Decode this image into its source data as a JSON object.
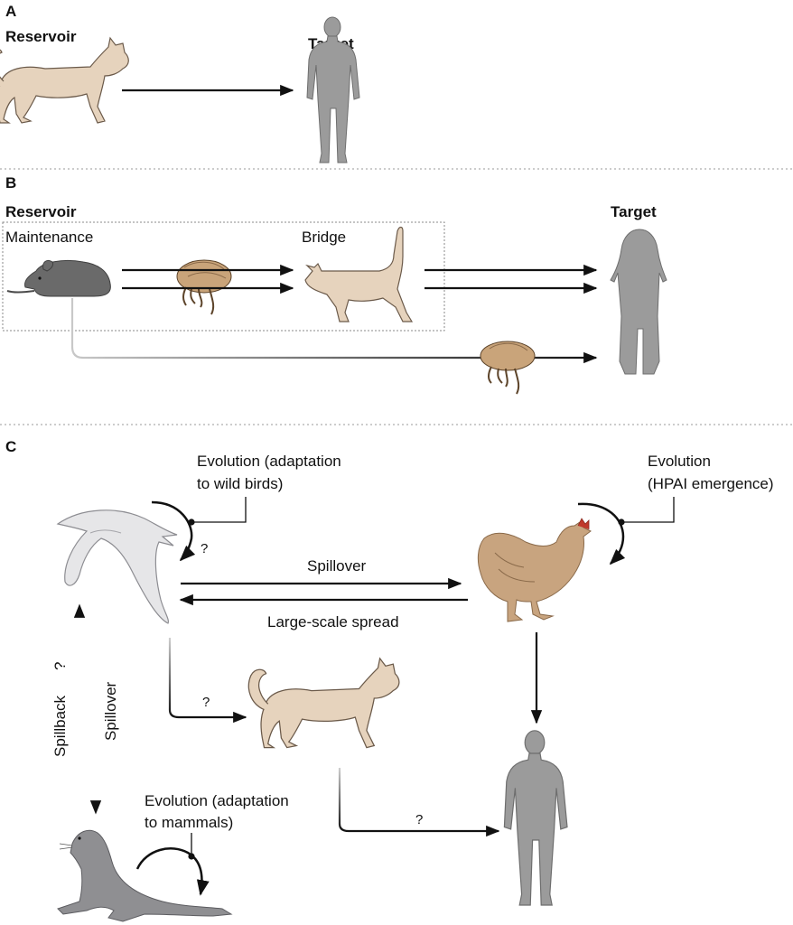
{
  "panel_a": {
    "label": "A",
    "reservoir": "Reservoir",
    "target": "Target"
  },
  "panel_b": {
    "label": "B",
    "reservoir": "Reservoir",
    "maintenance": "Maintenance",
    "bridge": "Bridge",
    "target": "Target"
  },
  "panel_c": {
    "label": "C",
    "evo_wild_line1": "Evolution (adaptation",
    "evo_wild_line2": "to wild birds)",
    "evo_hpai_line1": "Evolution",
    "evo_hpai_line2": "(HPAI emergence)",
    "q_bird": "?",
    "spillover_top": "Spillover",
    "large_scale_spread": "Large-scale spread",
    "spillback": "Spillback",
    "spillback_q": "?",
    "spillover_side": "Spillover",
    "q_cat": "?",
    "q_human": "?",
    "evo_mammal_line1": "Evolution (adaptation",
    "evo_mammal_line2": "to mammals)"
  },
  "colors": {
    "human": "#9b9b9b",
    "cat": "#e6d3bd",
    "mouse": "#6a6a6a",
    "flea": "#c9a47a",
    "bird": "#e6e6e8",
    "hen": "#c8a47f",
    "seal": "#8f8f92"
  }
}
